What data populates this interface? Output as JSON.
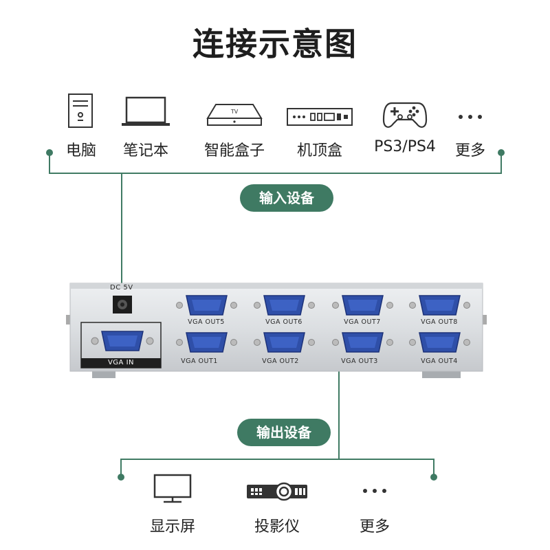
{
  "title": "连接示意图",
  "input_devices": [
    {
      "label": "电脑",
      "icon": "desktop-pc-icon"
    },
    {
      "label": "笔记本",
      "icon": "laptop-icon"
    },
    {
      "label": "智能盒子",
      "icon": "smart-tv-box-icon"
    },
    {
      "label": "机顶盒",
      "icon": "set-top-box-icon"
    },
    {
      "label": "PS3/PS4",
      "icon": "gamepad-icon"
    },
    {
      "label": "更多",
      "icon": "more-dots-icon"
    }
  ],
  "tv_box_text": "TV",
  "input_pill": "输入设备",
  "device": {
    "dc_label": "DC 5V",
    "vga_in_label": "VGA IN",
    "out_top": [
      "VGA OUT5",
      "VGA OUT6",
      "VGA OUT7",
      "VGA OUT8"
    ],
    "out_bottom": [
      "VGA OUT1",
      "VGA OUT2",
      "VGA OUT3",
      "VGA OUT4"
    ]
  },
  "output_pill": "输出设备",
  "output_devices": [
    {
      "label": "显示屏",
      "icon": "monitor-icon"
    },
    {
      "label": "投影仪",
      "icon": "projector-icon"
    },
    {
      "label": "更多",
      "icon": "more-dots-icon"
    }
  ],
  "colors": {
    "accent": "#3f7a63",
    "vga_blue": "#2f4fa8"
  }
}
